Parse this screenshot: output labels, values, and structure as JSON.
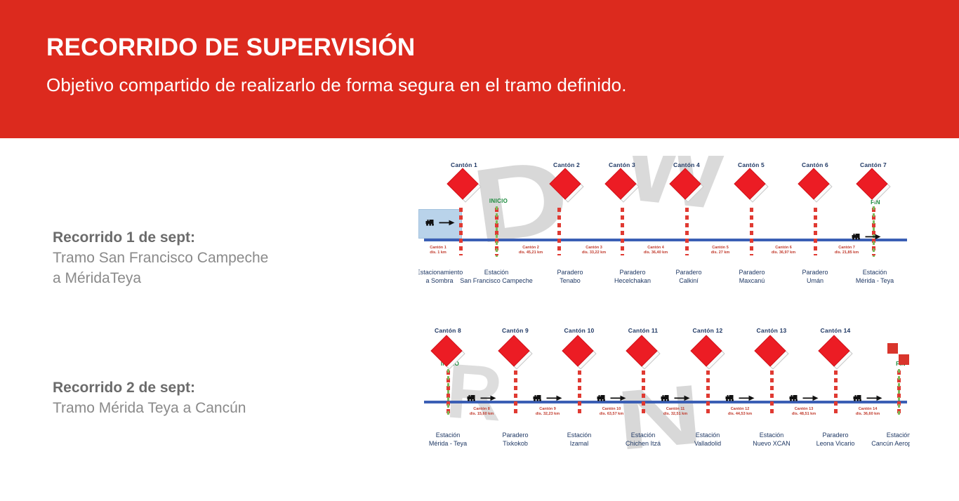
{
  "header": {
    "title": "RECORRIDO DE SUPERVISIÓN",
    "subtitle": "Objetivo compartido de realizarlo de forma segura en el tramo definido.",
    "background_color": "#dc2a1e",
    "text_color": "#ffffff"
  },
  "captions": [
    {
      "title": "Recorrido 1 de sept:",
      "body_line_1": "Tramo San Francisco Campeche",
      "body_line_2": "a MéridaTeya"
    },
    {
      "title": "Recorrido 2 de sept:",
      "body_line_1": "Tramo Mérida Teya a Cancún",
      "body_line_2": ""
    }
  ],
  "colors": {
    "rail_line": "#3b5fb5",
    "signal_red": "#ec1c24",
    "canton_divider": "#e03a32",
    "start_end_green": "#1a8a3c",
    "label_navy": "#1f3864",
    "distance_red": "#c0392b",
    "watermark_gray": "#d2d2d2",
    "highlight_blue": "#b9d3ea"
  },
  "watermark": {
    "text_1": "D",
    "text_2": "W",
    "text_3": "N",
    "text_4": "R"
  },
  "diagram_1": {
    "name": "Tramo San Francisco Campeche a Mérida Teya",
    "start_marker": "INICIO",
    "end_marker": "FIN",
    "cantones": [
      "Cantón 1",
      "Cantón 2",
      "Cantón 3",
      "Cantón 4",
      "Cantón 5",
      "Cantón 6",
      "Cantón 7"
    ],
    "stations": [
      "Estacionamiento a Sombra",
      "Estación San Francisco Campeche",
      "Paradero Tenabo",
      "Paradero Hecelchakan",
      "Paradero Calkiní",
      "Paradero Maxcanú",
      "Paradero Umán",
      "Estación Mérida - Teya"
    ],
    "distances": [
      "Cantón 1 dis. 1 km",
      "Cantón 2 dis. 45,21 km",
      "Cantón 3 dis. 33,22 km",
      "Cantón 4 dis. 36,40 km",
      "Cantón 5 dis. 27 km",
      "Cantón 6 dis. 36,97 km",
      "Cantón 7 dis. 21,85 km"
    ]
  },
  "diagram_2": {
    "name": "Tramo Mérida Teya a Cancún",
    "start_marker": "INICIO",
    "end_marker": "FIN",
    "cantones": [
      "Cantón 8",
      "Cantón 9",
      "Cantón 10",
      "Cantón 11",
      "Cantón 12",
      "Cantón 13",
      "Cantón 14"
    ],
    "stations": [
      "Estación Mérida - Teya",
      "Paradero Tixkokob",
      "Estación Izamal",
      "Estación Chichen Itzá",
      "Estación Valladolid",
      "Estación Nuevo XCAN",
      "Paradero Leona Vicario",
      "Estación Cancún Aeropuerto"
    ],
    "distances": [
      "Cantón 8 dis. 15,60 km",
      "Cantón 9 dis. 32,23 km",
      "Cantón 10 dis. 63,57 km",
      "Cantón 11 dis. 32,51 km",
      "Cantón 12 dis. 44,53 km",
      "Cantón 13 dis. 48,51 km",
      "Cantón 14 dis. 36,60 km"
    ]
  },
  "icons": {
    "train": "train-icon",
    "arrow": "arrow-right-icon",
    "signal": "signal-diamond-icon",
    "finish": "checkered-finish-icon"
  }
}
